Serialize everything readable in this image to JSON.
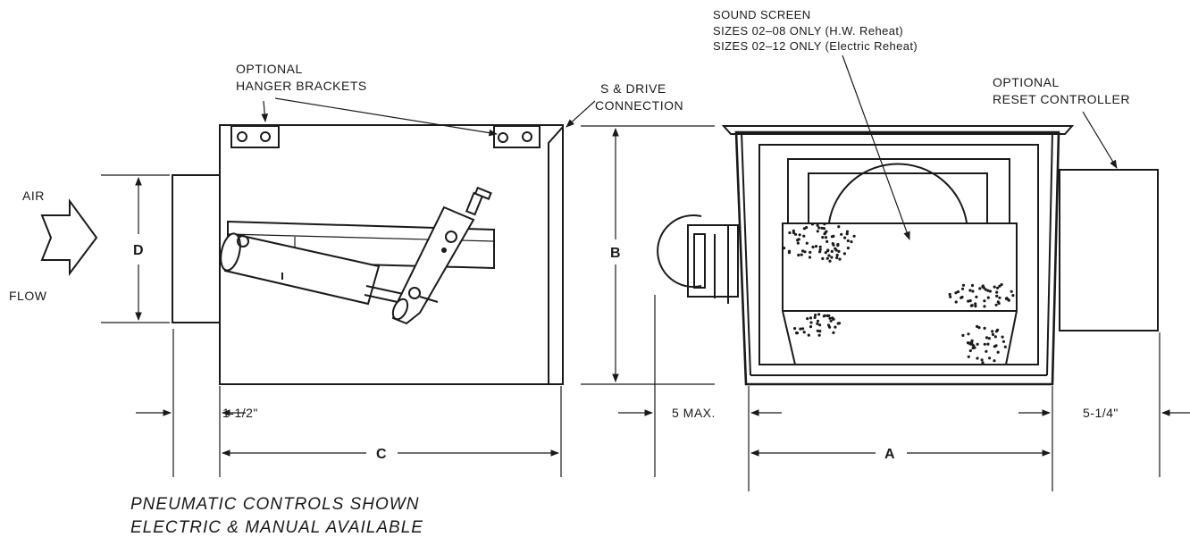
{
  "labels": {
    "hanger_brackets_line1": "OPTIONAL",
    "hanger_brackets_line2": "HANGER BRACKETS",
    "s_drive_line1": "S & DRIVE",
    "s_drive_line2": "CONNECTION",
    "sound_screen_line1": "SOUND SCREEN",
    "sound_screen_line2": "SIZES 02–08 ONLY (H.W. Reheat)",
    "sound_screen_line3": "SIZES 02–12 ONLY (Electric Reheat)",
    "reset_controller_line1": "OPTIONAL",
    "reset_controller_line2": "RESET CONTROLLER",
    "air": "AIR",
    "flow": "FLOW"
  },
  "dimensions": {
    "d": "D",
    "b": "B",
    "c": "C",
    "a": "A",
    "one_half": "1-1/2\"",
    "five_max": "5 MAX.",
    "five_quarter": "5-1/4\""
  },
  "notes": {
    "line1": "PNEUMATIC CONTROLS SHOWN",
    "line2": "ELECTRIC & MANUAL AVAILABLE"
  }
}
